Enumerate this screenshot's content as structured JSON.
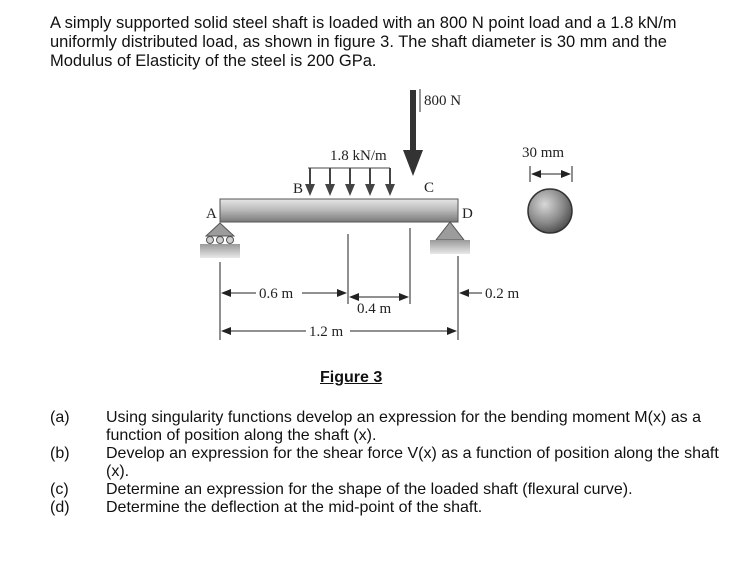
{
  "problem": {
    "intro": "A simply supported solid steel shaft is loaded with an 800 N point load and a 1.8 kN/m uniformly distributed load, as shown in figure 3.  The shaft diameter is 30 mm and the Modulus of Elasticity  of the steel is 200 GPa."
  },
  "figure": {
    "point_load_label": "800 N",
    "udl_label": "1.8 kN/m",
    "point_a": "A",
    "point_b": "B",
    "point_c": "C",
    "point_d": "D",
    "dim_ab": "0.6 m",
    "dim_bc": "0.4 m",
    "dim_ad": "1.2 m",
    "dim_overhang": "0.2 m",
    "diameter_label": "30 mm",
    "caption": "Figure 3"
  },
  "questions": [
    {
      "label": "(a)",
      "text": "Using singularity functions develop an expression for the bending moment M(x) as a function of position along the shaft (x)."
    },
    {
      "label": "(b)",
      "text": "Develop an expression for the shear force V(x) as a function of position along the shaft (x)."
    },
    {
      "label": "(c)",
      "text": "Determine an expression for the shape of the loaded shaft (flexural curve)."
    },
    {
      "label": "(d)",
      "text": "Determine the deflection at the mid-point of the shaft."
    }
  ]
}
